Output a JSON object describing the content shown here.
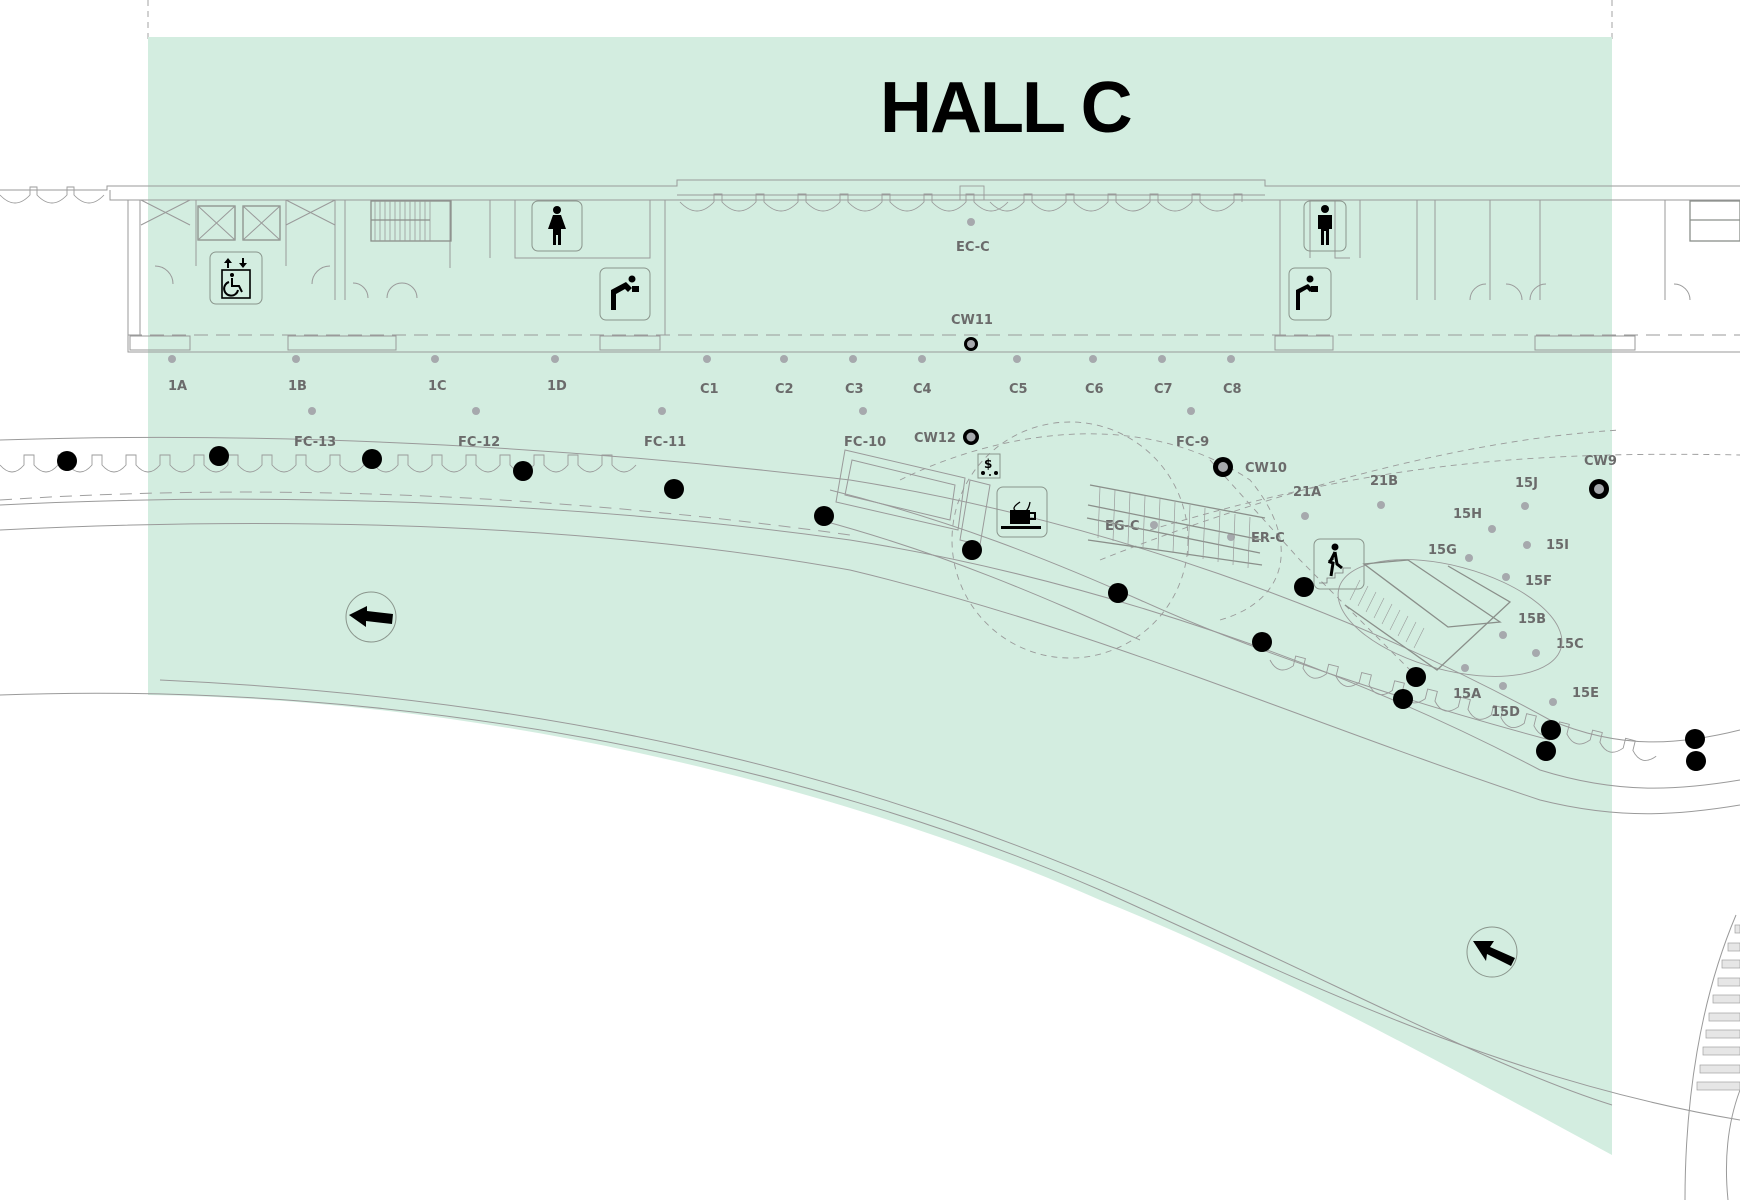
{
  "map": {
    "title": "HALL C",
    "colors": {
      "zone_fill": "#d3ede0",
      "wall_stroke": "#9a9a9a",
      "label_text": "#6b6b6b",
      "gate_dot": "#a6a9ad",
      "column_dot": "#000000"
    },
    "gates": [
      {
        "id": "1A",
        "label": "1A"
      },
      {
        "id": "1B",
        "label": "1B"
      },
      {
        "id": "1C",
        "label": "1C"
      },
      {
        "id": "1D",
        "label": "1D"
      },
      {
        "id": "C1",
        "label": "C1"
      },
      {
        "id": "C2",
        "label": "C2"
      },
      {
        "id": "C3",
        "label": "C3"
      },
      {
        "id": "C4",
        "label": "C4"
      },
      {
        "id": "C5",
        "label": "C5"
      },
      {
        "id": "C6",
        "label": "C6"
      },
      {
        "id": "C7",
        "label": "C7"
      },
      {
        "id": "C8",
        "label": "C8"
      },
      {
        "id": "EC-C",
        "label": "EC-C"
      },
      {
        "id": "FC-13",
        "label": "FC-13"
      },
      {
        "id": "FC-12",
        "label": "FC-12"
      },
      {
        "id": "FC-11",
        "label": "FC-11"
      },
      {
        "id": "FC-10",
        "label": "FC-10"
      },
      {
        "id": "FC-9",
        "label": "FC-9"
      },
      {
        "id": "EG-C",
        "label": "EG-C"
      },
      {
        "id": "ER-C",
        "label": "ER-C"
      },
      {
        "id": "21A",
        "label": "21A"
      },
      {
        "id": "21B",
        "label": "21B"
      },
      {
        "id": "15A",
        "label": "15A"
      },
      {
        "id": "15B",
        "label": "15B"
      },
      {
        "id": "15C",
        "label": "15C"
      },
      {
        "id": "15D",
        "label": "15D"
      },
      {
        "id": "15E",
        "label": "15E"
      },
      {
        "id": "15F",
        "label": "15F"
      },
      {
        "id": "15G",
        "label": "15G"
      },
      {
        "id": "15H",
        "label": "15H"
      },
      {
        "id": "15I",
        "label": "15I"
      },
      {
        "id": "15J",
        "label": "15J"
      }
    ],
    "crosswalks": [
      {
        "id": "CW9",
        "label": "CW9"
      },
      {
        "id": "CW10",
        "label": "CW10"
      },
      {
        "id": "CW11",
        "label": "CW11"
      },
      {
        "id": "CW12",
        "label": "CW12"
      }
    ],
    "amenities": [
      {
        "name": "elevator",
        "icon": "accessible-elevator-icon"
      },
      {
        "name": "women-restroom",
        "icon": "woman-icon"
      },
      {
        "name": "men-restroom",
        "icon": "man-icon"
      },
      {
        "name": "drinking-fountain-left",
        "icon": "drinking-fountain-icon"
      },
      {
        "name": "drinking-fountain-right",
        "icon": "drinking-fountain-icon"
      },
      {
        "name": "atm",
        "icon": "currency-exchange-icon"
      },
      {
        "name": "cafe",
        "icon": "coffee-cup-icon"
      },
      {
        "name": "stairs",
        "icon": "stairs-icon"
      }
    ],
    "direction_arrows": [
      {
        "name": "arrow-west",
        "icon": "arrow-left-icon"
      },
      {
        "name": "arrow-northwest",
        "icon": "arrow-up-left-icon"
      }
    ]
  }
}
